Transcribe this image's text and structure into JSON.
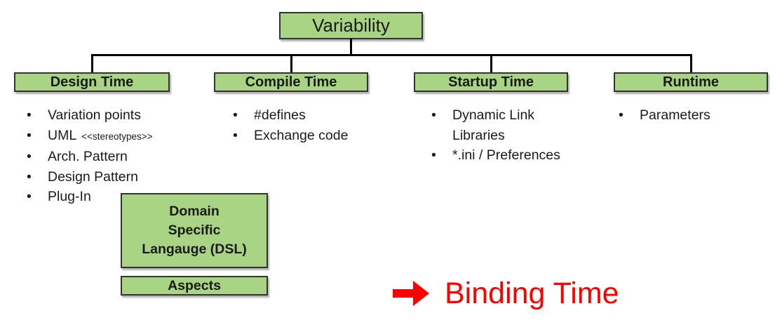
{
  "diagram": {
    "root": {
      "label": "Variability"
    },
    "branches": [
      {
        "label": "Design Time",
        "items": [
          {
            "text": "Variation points"
          },
          {
            "text": "UML",
            "suffix": "<<stereotypes>>"
          },
          {
            "text": "Arch. Pattern"
          },
          {
            "text": "Design Pattern"
          },
          {
            "text": "Plug-In"
          }
        ]
      },
      {
        "label": "Compile Time",
        "items": [
          {
            "text": "#defines"
          },
          {
            "text": "Exchange code"
          }
        ]
      },
      {
        "label": "Startup Time",
        "items": [
          {
            "text": "Dynamic Link Libraries"
          },
          {
            "text": "*.ini / Preferences"
          }
        ]
      },
      {
        "label": "Runtime",
        "items": [
          {
            "text": "Parameters"
          }
        ]
      }
    ],
    "dsl_box": {
      "lines": [
        "Domain",
        "Specific",
        "Langauge (DSL)"
      ]
    },
    "aspects_box": {
      "label": "Aspects"
    },
    "annotation": {
      "arrow_icon": "right-arrow",
      "label": "Binding Time",
      "color": "#ff0000"
    },
    "colors": {
      "box_fill": "#a9d483",
      "box_border": "#333333",
      "connector": "#000000",
      "annotation_red": "#ff0000",
      "text": "#1a1a1a"
    }
  }
}
